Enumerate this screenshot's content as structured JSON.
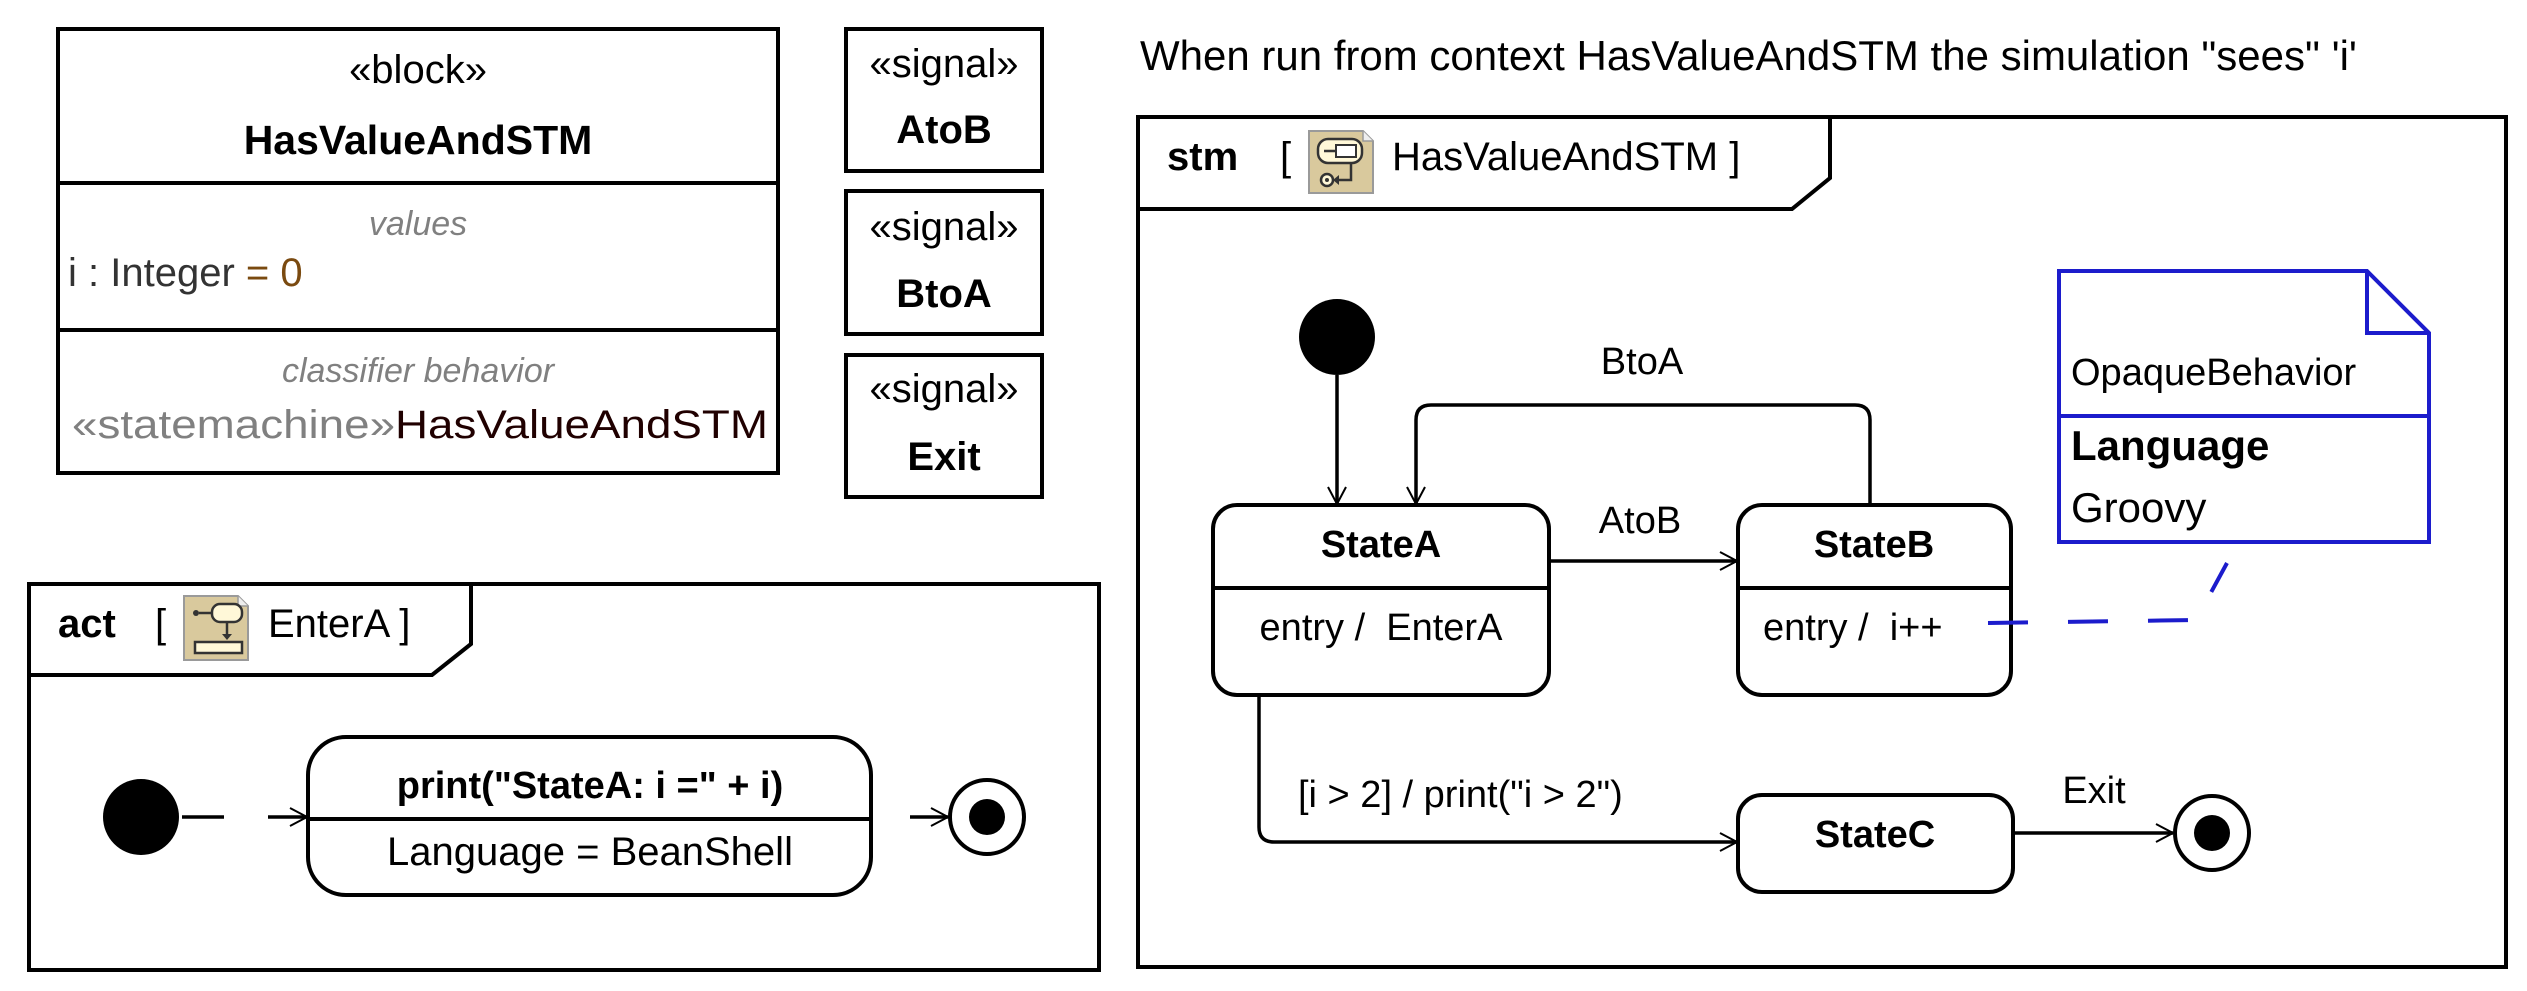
{
  "caption": "When run from context HasValueAndSTM the simulation \"sees\" 'i'",
  "block": {
    "stereotype": "«block»",
    "name": "HasValueAndSTM",
    "values_label": "values",
    "value_name": "i : Integer",
    "value_default": "= 0",
    "classifier_label": "classifier behavior",
    "classifier_stereotype": "«statemachine»",
    "classifier_name": "HasValueAndSTM",
    "default_color": "#7a4a10"
  },
  "signals": [
    {
      "stereotype": "«signal»",
      "name": "AtoB"
    },
    {
      "stereotype": "«signal»",
      "name": "BtoA"
    },
    {
      "stereotype": "«signal»",
      "name": "Exit"
    }
  ],
  "activity": {
    "kind": "act",
    "open_bracket": "[",
    "name": "EnterA ]",
    "icon": "activity-diagram-icon",
    "action_title": "print(\"StateA: i =\" + i)",
    "action_body": "Language = BeanShell"
  },
  "statemachine": {
    "kind": "stm",
    "open_bracket": "[",
    "name": "HasValueAndSTM ]",
    "icon": "state-machine-diagram-icon",
    "states": [
      {
        "name": "StateA",
        "entry": "entry /  EnterA"
      },
      {
        "name": "StateB",
        "entry": "entry /  i++"
      },
      {
        "name": "StateC"
      }
    ],
    "transitions": {
      "a_to_b": "AtoB",
      "b_to_a": "BtoA",
      "guard": "[i > 2] / print(\"i > 2\")",
      "exit": "Exit"
    },
    "note": {
      "title": "OpaqueBehavior",
      "property": "Language",
      "value": "Groovy",
      "color": "#1c1ccc"
    }
  }
}
